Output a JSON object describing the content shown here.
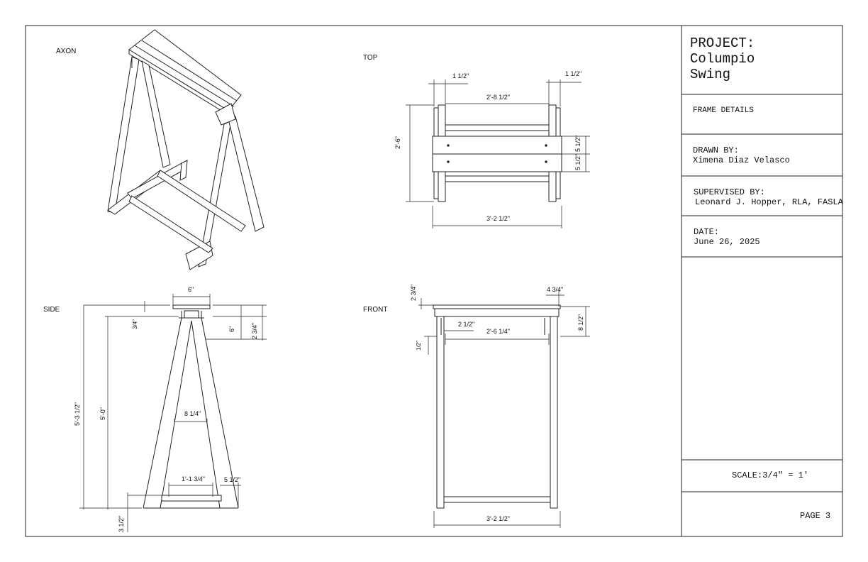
{
  "views": {
    "axon": "AXON",
    "top": "TOP",
    "side": "SIDE",
    "front": "FRONT"
  },
  "dims": {
    "top_left_post": "1 1/2\"",
    "top_right_post": "1 1/2\"",
    "top_inner": "2'-8 1/2\"",
    "top_depth": "2'-6\"",
    "top_board_a": "5 1/2\"",
    "top_board_b": "5 1/2\"",
    "top_overall": "3'-2 1/2\"",
    "side_top": "6\"",
    "side_thk": "3/4\"",
    "side_cap": "6\"",
    "side_cap_b": "2 3/4\"",
    "side_height_total": "5'-3 1/2\"",
    "side_height": "5'-0\"",
    "side_mid": "8 1/4\"",
    "side_base": "1'-1 3/4\"",
    "side_foot": "5 1/2\"",
    "side_bottom": "3 1/2\"",
    "front_top_thk": "2 3/4\"",
    "front_rt": "4 3/4\"",
    "front_rt_h": "8 1/2\"",
    "front_small": "2 1/2\"",
    "front_inner": "2'-6 1/4\"",
    "front_left_small": "1/2\"",
    "front_overall": "3'-2 1/2\""
  },
  "title_block": {
    "project_label": "PROJECT:",
    "project_name_1": "Columpio",
    "project_name_2": "Swing",
    "sheet_title": "FRAME DETAILS",
    "drawn_label": "DRAWN BY:",
    "drawn_name": "Ximena Diaz Velasco",
    "supervised_label": "SUPERVISED BY:",
    "supervised_name": "Leonard J. Hopper, RLA, FASLA",
    "date_label": "DATE:",
    "date_value": "June 26, 2025",
    "scale": "SCALE:3/4\" = 1'",
    "page": "PAGE 3"
  }
}
